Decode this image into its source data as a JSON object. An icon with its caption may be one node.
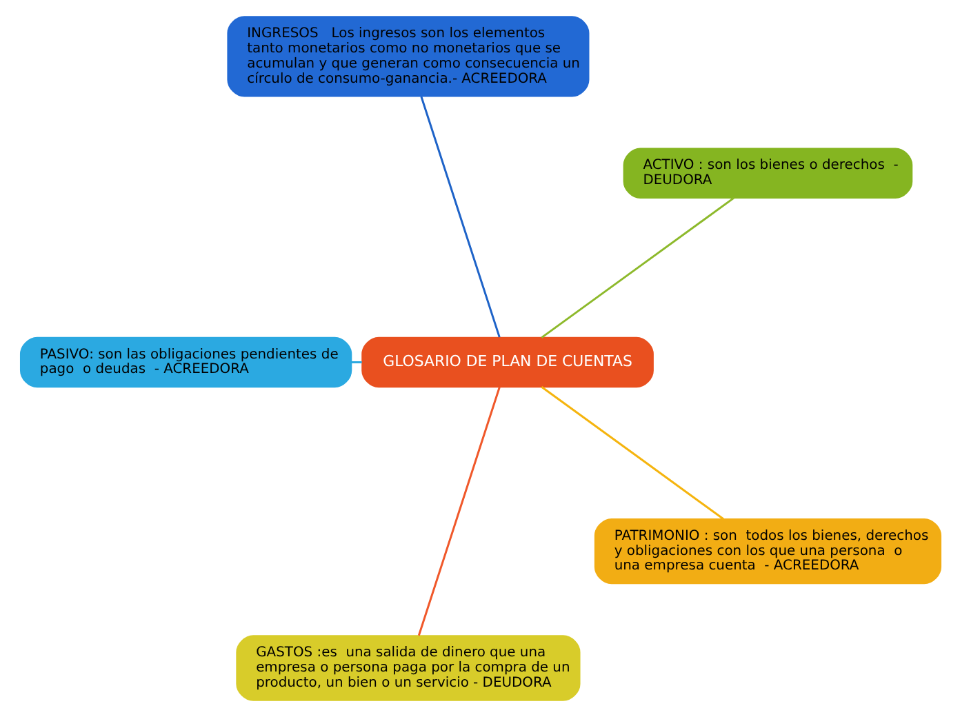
{
  "diagram": {
    "nodes": [
      {
        "text": [
          "GLOSARIO DE PLAN DE CUENTAS"
        ]
      },
      {
        "text": [
          "ACTIVO : son los bienes o derechos  - DEUDORA"
        ]
      },
      {
        "text": [
          "INGRESOS   Los ingresos son los elementos tanto monetarios como no monetarios que se acumulan y que generan como consecuencia un círculo de consumo-ganancia.- ACREEDORA"
        ]
      },
      {
        "text": [
          "PASIVO: son las obligaciones pendientes de pago  o deudas  - ACREEDORA"
        ]
      },
      {
        "text": [
          "GASTOS :es  una salida de dinero que una empresa o persona paga por la compra de un producto, un bien o un servicio - DEUDORA"
        ]
      },
      {
        "text": [
          "PATRIMONIO : son  todos los bienes, derechos y obligaciones con los que una persona  o una empresa cuenta  - ACREEDORA"
        ]
      }
    ],
    "edges": [
      {
        "from": 0,
        "to": 1,
        "arrow": "none",
        "color": "#8db92b"
      },
      {
        "from": 0,
        "to": 2,
        "arrow": "none",
        "color": "#1e63c8"
      },
      {
        "from": 0,
        "to": 3,
        "arrow": "none",
        "color": "#29a8e0"
      },
      {
        "from": 0,
        "to": 4,
        "arrow": "none",
        "color": "#f0582a"
      },
      {
        "from": 0,
        "to": 5,
        "arrow": "none",
        "color": "#f5b40e"
      }
    ]
  }
}
